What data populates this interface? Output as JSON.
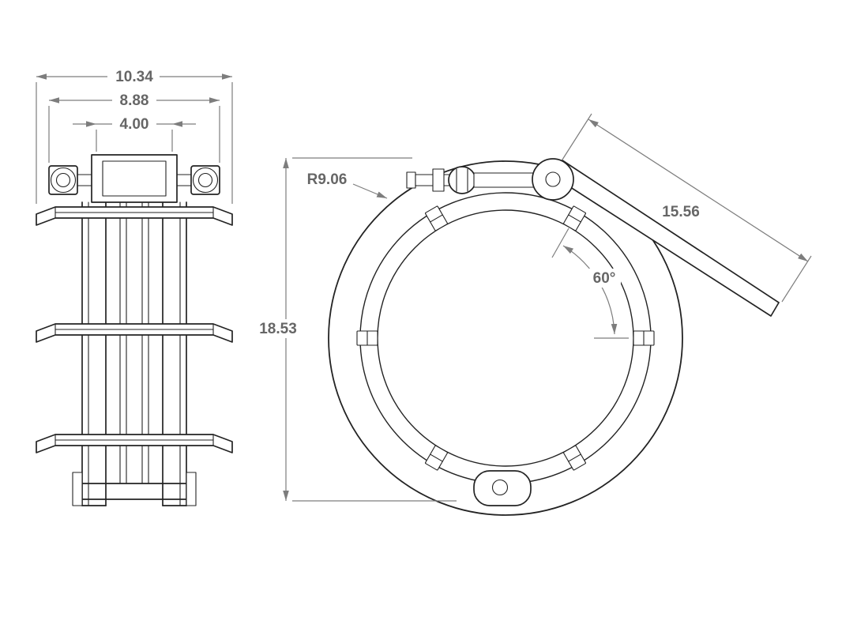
{
  "dimensions": {
    "left_view": {
      "overall_width": "10.34",
      "flange_span": "8.88",
      "body_width": "4.00"
    },
    "right_view": {
      "ring_radius": "R9.06",
      "overall_height": "18.53",
      "handle_length": "15.56",
      "lug_angle": "60°"
    }
  },
  "colors": {
    "part_line": "#232323",
    "dimension_line": "#7d7d7d",
    "dimension_text": "#666666",
    "background": "#ffffff"
  }
}
